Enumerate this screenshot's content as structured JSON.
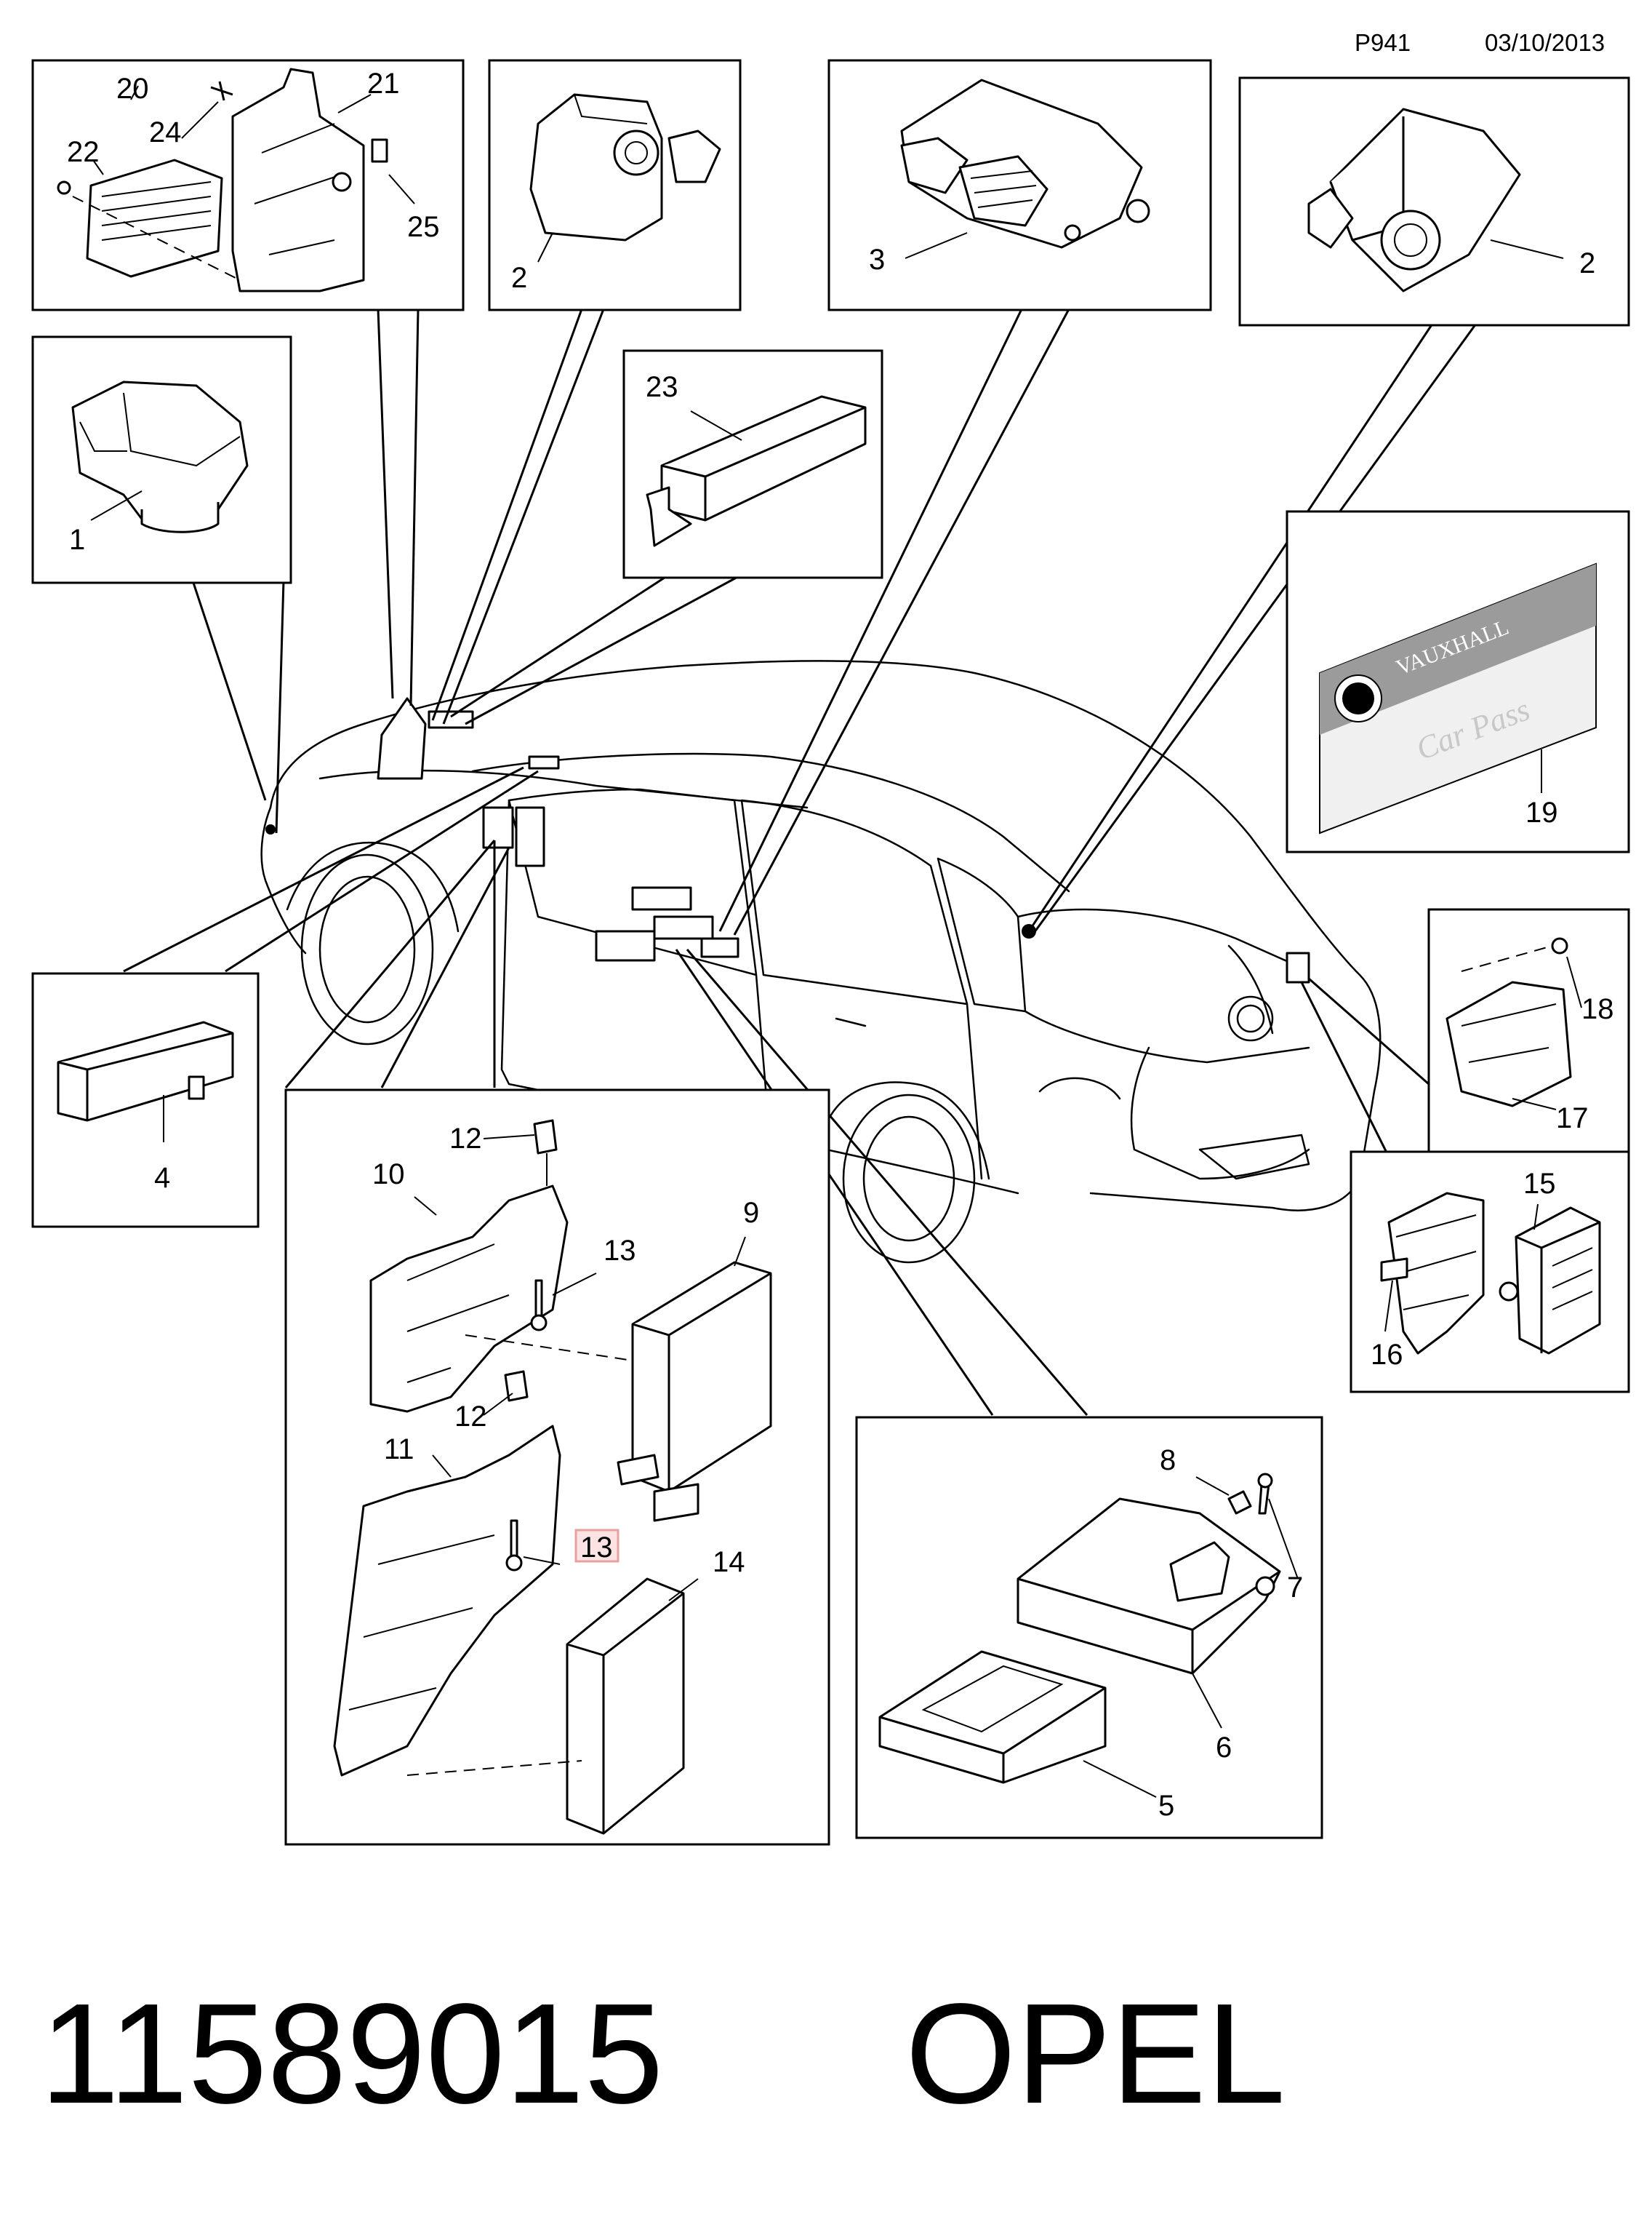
{
  "header": {
    "page_code": "P941",
    "date": "03/10/2013"
  },
  "footer": {
    "part_number": "11589015",
    "brand": "OPEL"
  },
  "badge": {
    "line1": "VAUXHALL",
    "line2": "Car Pass"
  },
  "callouts": {
    "c1": "1",
    "c2a": "2",
    "c2b": "2",
    "c3": "3",
    "c4": "4",
    "c5": "5",
    "c6": "6",
    "c7": "7",
    "c8": "8",
    "c9": "9",
    "c10": "10",
    "c11": "11",
    "c12a": "12",
    "c12b": "12",
    "c13a": "13",
    "c13b": "13",
    "c14": "14",
    "c15": "15",
    "c16": "16",
    "c17": "17",
    "c18": "18",
    "c19": "19",
    "c20": "20",
    "c21": "21",
    "c22": "22",
    "c23": "23",
    "c24": "24",
    "c25": "25"
  },
  "colors": {
    "line": "#000000",
    "highlight": "#e8a0a0",
    "badge_gray": "#9b9b9b",
    "badge_light": "#e6e6e6"
  }
}
